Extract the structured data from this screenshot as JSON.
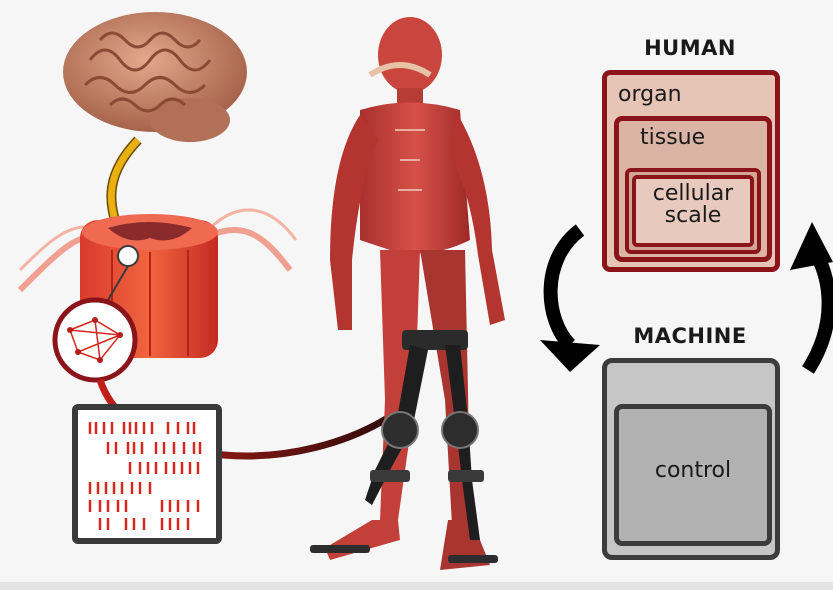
{
  "human": {
    "title": "HUMAN",
    "organ": "organ",
    "tissue": "tissue",
    "cellular_line1": "cellular",
    "cellular_line2": "scale"
  },
  "machine": {
    "title": "MACHINE",
    "control": "control"
  },
  "colors": {
    "human_border": "#8a1419",
    "machine_border": "#3c3c3c",
    "nerve_yellow": "#e8b010",
    "signal_red": "#d6281e",
    "muscle": "#c83a35"
  },
  "icons": [
    "brain-icon",
    "spinal-cord-icon",
    "neuron-network-icon",
    "spike-raster-icon",
    "human-body-icon",
    "exoskeleton-icon",
    "cycle-arrow-icon"
  ]
}
